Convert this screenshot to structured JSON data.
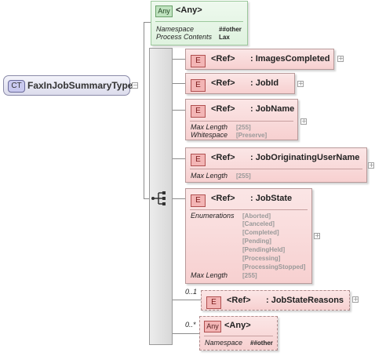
{
  "complex_type": {
    "badge": "CT",
    "name": "FaxInJobSummaryType"
  },
  "any_top": {
    "badge": "Any",
    "title": "<Any>",
    "props": [
      {
        "label": "Namespace",
        "value": "##other"
      },
      {
        "label": "Process Contents",
        "value": "Lax"
      }
    ]
  },
  "elements": [
    {
      "badge": "E",
      "ref": "<Ref>",
      "name": ": ImagesCompleted",
      "props": []
    },
    {
      "badge": "E",
      "ref": "<Ref>",
      "name": ": JobId",
      "props": []
    },
    {
      "badge": "E",
      "ref": "<Ref>",
      "name": ": JobName",
      "props": [
        {
          "label": "Max Length",
          "value": "[255]"
        },
        {
          "label": "Whitespace",
          "value": "[Preserve]"
        }
      ]
    },
    {
      "badge": "E",
      "ref": "<Ref>",
      "name": ": JobOriginatingUserName",
      "props": [
        {
          "label": "Max Length",
          "value": "[255]"
        }
      ]
    },
    {
      "badge": "E",
      "ref": "<Ref>",
      "name": ": JobState",
      "enum_label": "Enumerations",
      "enums": [
        "[Aborted]",
        "[Canceled]",
        "[Completed]",
        "[Pending]",
        "[PendingHeld]",
        "[Processing]",
        "[ProcessingStopped]"
      ],
      "props": [
        {
          "label": "Max Length",
          "value": "[255]"
        }
      ]
    },
    {
      "badge": "E",
      "ref": "<Ref>",
      "name": ": JobStateReasons",
      "cardinality": "0..1",
      "props": []
    }
  ],
  "any_bottom": {
    "badge": "Any",
    "title": "<Any>",
    "cardinality": "0..*",
    "props": [
      {
        "label": "Namespace",
        "value": "##other"
      }
    ]
  },
  "toggle_symbols": {
    "collapse": "−",
    "expand": "+"
  },
  "icons": {
    "sequence": "sequence-icon"
  },
  "colors": {
    "element_fill": "#f7d0d0",
    "any_fill_green": "#dff2df",
    "complex_type_fill": "#dcdcec",
    "connector": "#8c8c8c"
  }
}
